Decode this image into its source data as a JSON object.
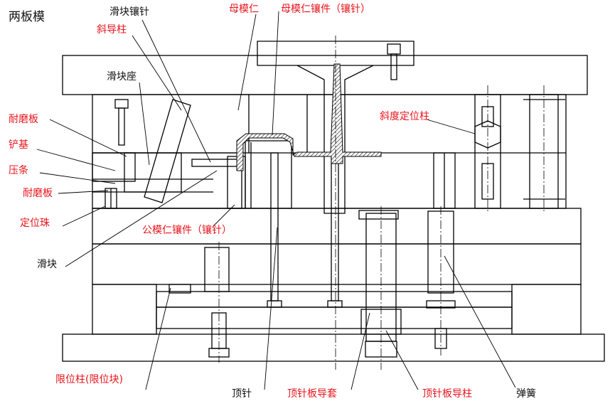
{
  "title": "两板模",
  "colors": {
    "label_red": "#e8141b",
    "label_black": "#111111",
    "line": "#000000",
    "hatch": "#555555"
  },
  "labels": {
    "slider_insert_pin": "滑块镶针",
    "cavity_insert": "母模仁",
    "cavity_insert_pin": "母模仁镶件（镶针）",
    "angle_pin": "斜导柱",
    "slider_seat": "滑块座",
    "wear_plate_top": "耐磨板",
    "shovel_base": "铲基",
    "gib": "压条",
    "wear_plate_bottom": "耐磨板",
    "positioning_bead": "定位珠",
    "slider": "滑块",
    "core_insert_pin": "公模仁镶件（镶针）",
    "taper_lock": "斜度定位柱",
    "stop_pillar": "限位柱(限位块)",
    "ejector_pin": "顶针",
    "ejector_guide_bush": "顶针板导套",
    "ejector_guide_pillar": "顶针板导柱",
    "spring": "弹簧"
  }
}
